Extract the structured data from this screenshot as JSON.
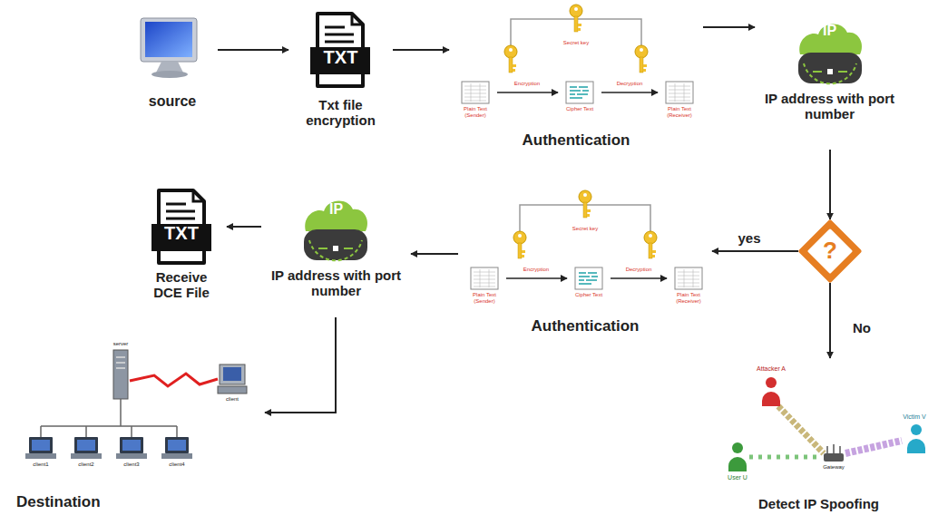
{
  "diagram": {
    "nodes": [
      {
        "text": [
          "source"
        ]
      },
      {
        "text": [
          "TXT",
          "Txt file encryption"
        ]
      },
      {
        "text": [
          "Authentication"
        ]
      },
      {
        "text": [
          "Plain Text (Sender)"
        ],
        "in": 2
      },
      {
        "text": [
          "Cipher Text"
        ],
        "in": 2
      },
      {
        "text": [
          "Plain Text (Receiver)"
        ],
        "in": 2
      },
      {
        "text": [
          "IP",
          "IP address with port number"
        ]
      },
      {
        "text": [
          "?"
        ]
      },
      {
        "text": [
          "Authentication"
        ]
      },
      {
        "text": [
          "Plain Text (Sender)"
        ],
        "in": 8
      },
      {
        "text": [
          "Cipher Text"
        ],
        "in": 8
      },
      {
        "text": [
          "Plain Text (Receiver)"
        ],
        "in": 8
      },
      {
        "text": [
          "IP",
          "IP address with port number"
        ]
      },
      {
        "text": [
          "TXT",
          "Receive DCE File"
        ]
      },
      {
        "text": [
          "Destination"
        ]
      },
      {
        "text": [
          "Detect IP Spoofing"
        ]
      }
    ],
    "edges": [
      {
        "from": 0,
        "to": 1,
        "arrow": "to"
      },
      {
        "from": 1,
        "to": 2,
        "arrow": "to"
      },
      {
        "from": 2,
        "to": 6,
        "arrow": "to"
      },
      {
        "from": 3,
        "to": 4,
        "label": "Encryption",
        "arrow": "to"
      },
      {
        "from": 4,
        "to": 5,
        "label": "Decryption",
        "arrow": "to"
      },
      {
        "from": 6,
        "to": 7,
        "arrow": "to"
      },
      {
        "from": 7,
        "to": 8,
        "label": "yes",
        "arrow": "to"
      },
      {
        "from": 7,
        "to": 15,
        "label": "No",
        "arrow": "to"
      },
      {
        "from": 9,
        "to": 10,
        "label": "Encryption",
        "arrow": "to"
      },
      {
        "from": 10,
        "to": 11,
        "label": "Decryption",
        "arrow": "to"
      },
      {
        "from": 8,
        "to": 12,
        "arrow": "to"
      },
      {
        "from": 12,
        "to": 13,
        "arrow": "to"
      },
      {
        "from": 12,
        "to": 14,
        "arrow": "to"
      }
    ],
    "labels": [
      "Secret key",
      "Secret key",
      "server",
      "client",
      "client1",
      "client2",
      "client3",
      "client4",
      "Attacker A",
      "User U",
      "Victim V",
      "Gateway"
    ]
  }
}
